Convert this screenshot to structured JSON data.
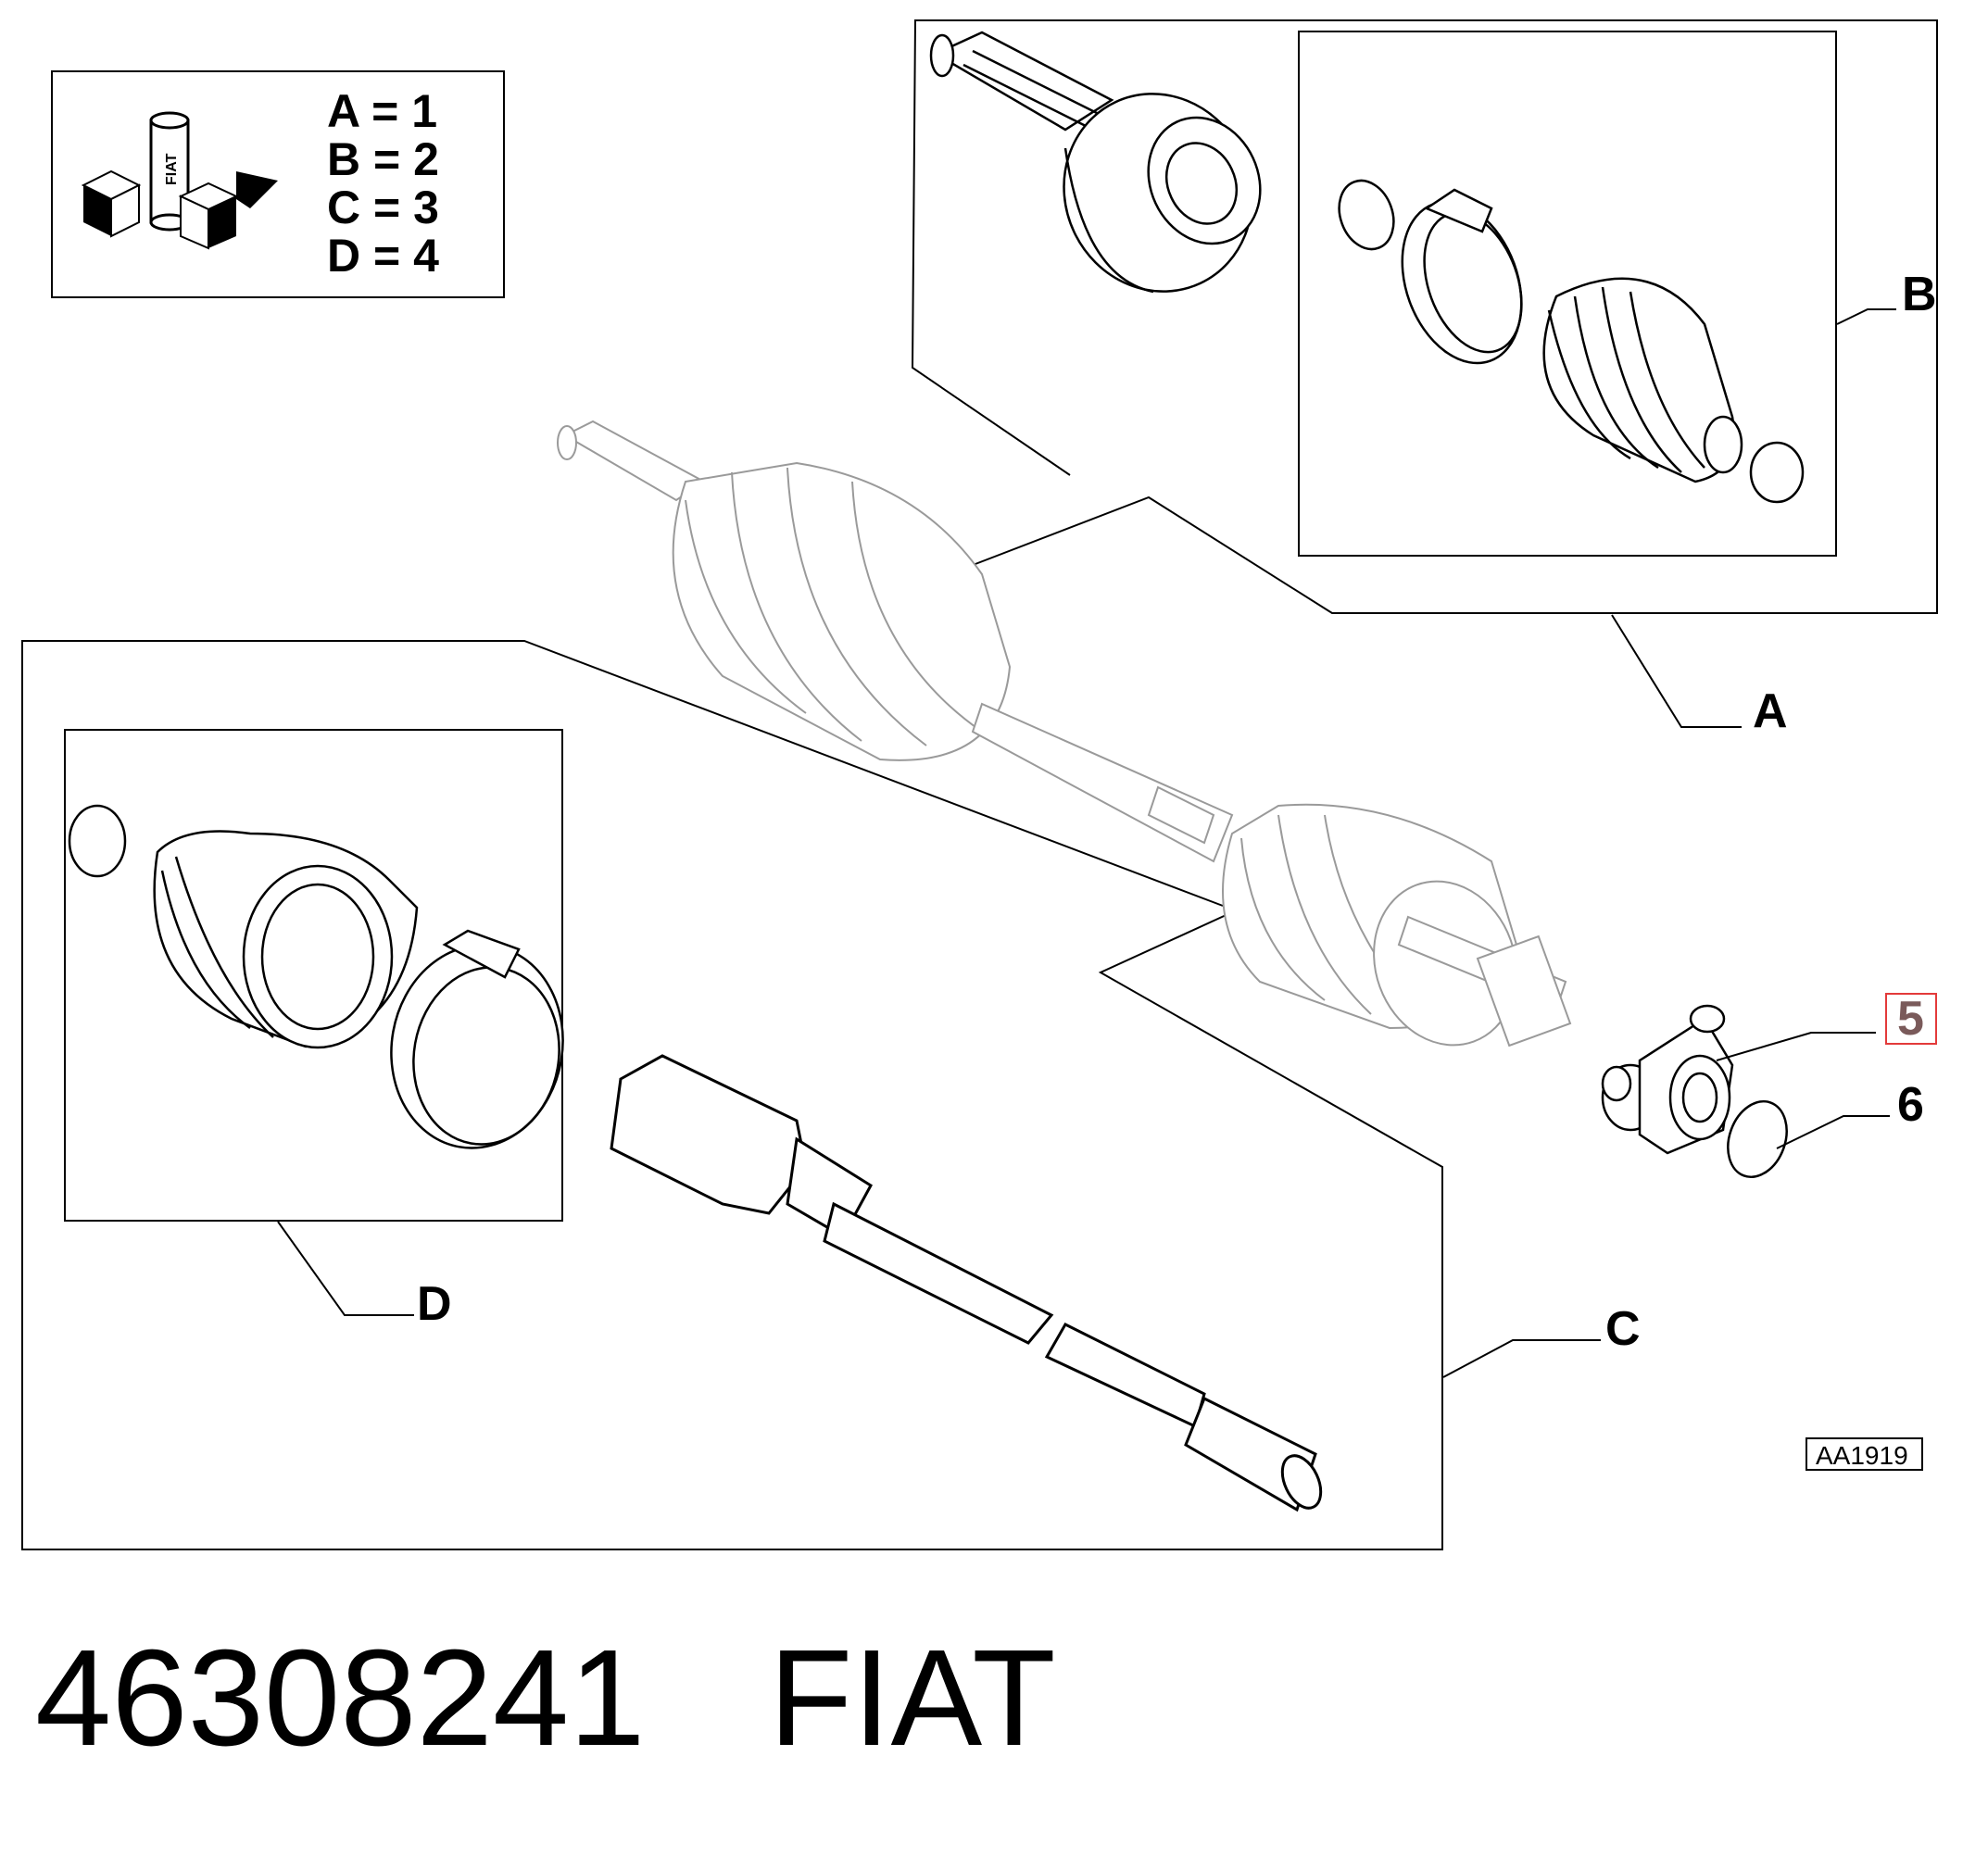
{
  "legend": {
    "rows": [
      {
        "letter": "A",
        "eq": "A = 1"
      },
      {
        "letter": "B",
        "eq": "B = 2"
      },
      {
        "letter": "C",
        "eq": "C = 3"
      },
      {
        "letter": "D",
        "eq": "D = 4"
      }
    ],
    "icon_brand": "FIAT"
  },
  "callouts": {
    "a": "A",
    "b": "B",
    "c": "C",
    "d": "D",
    "part5": "5",
    "part6": "6"
  },
  "drawing_code": "AA1919",
  "part_number": "46308241",
  "brand": "FIAT",
  "colors": {
    "line": "#000000",
    "ghost": "#9a9a9a",
    "highlight": "#e33a3a",
    "highlight_text": "#7a5a5a"
  }
}
